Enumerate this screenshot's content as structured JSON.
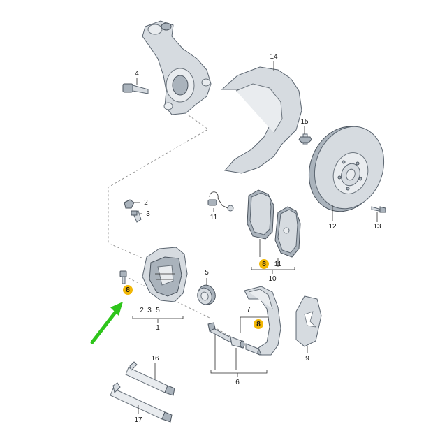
{
  "diagram": {
    "labels": {
      "l1": "1",
      "l2": "2",
      "l3": "3",
      "l4": "4",
      "l5": "5",
      "l6": "6",
      "l7": "7",
      "l9": "9",
      "l10": "10",
      "l11": "11",
      "l12": "12",
      "l13": "13",
      "l14": "14",
      "l15": "15",
      "l16": "16",
      "l17": "17",
      "g1_2": "2",
      "g1_3": "3",
      "g1_5": "5",
      "g10_11": "11",
      "badge_caliper_bolt": "8",
      "badge_pads": "8",
      "badge_bracket": "8"
    },
    "colors": {
      "badge": "#f2b705",
      "arrow": "#2ec51b"
    },
    "icons": {
      "arrow": "green-arrow-icon"
    }
  }
}
